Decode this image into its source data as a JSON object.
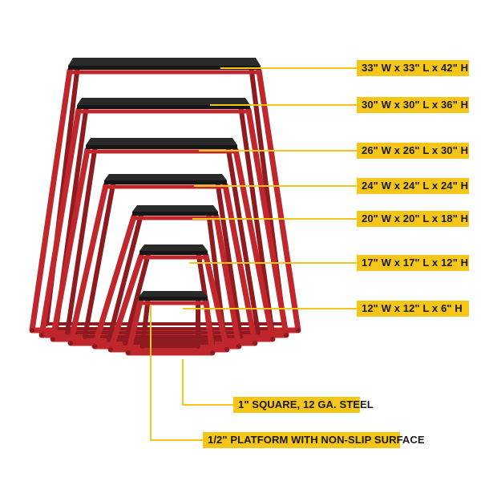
{
  "product": {
    "colors": {
      "frame": "#c0272d",
      "frame_dark": "#8f1a1f",
      "platform_top": "#2a2a2a",
      "platform_side": "#161616",
      "callout": "#f5c518",
      "callout_text": "#1a1a1a"
    }
  },
  "box_sizes": [
    {
      "label": "33\" W x 33\" L x 42\" H"
    },
    {
      "label": "30\" W x 30\" L x 36\" H"
    },
    {
      "label": "26\" W x 26\" L x 30\" H"
    },
    {
      "label": "24\" W x 24\" L x 24\" H"
    },
    {
      "label": "20\" W x 20\" L x 18\" H"
    },
    {
      "label": "17\" W x 17\" L x 12\" H"
    },
    {
      "label": "12\" W x 12\" L x 6\" H"
    }
  ],
  "features": {
    "frame_material": "1\" SQUARE, 12 GA. STEEL",
    "platform": "1/2\" PLATFORM WITH NON-SLIP SURFACE"
  }
}
